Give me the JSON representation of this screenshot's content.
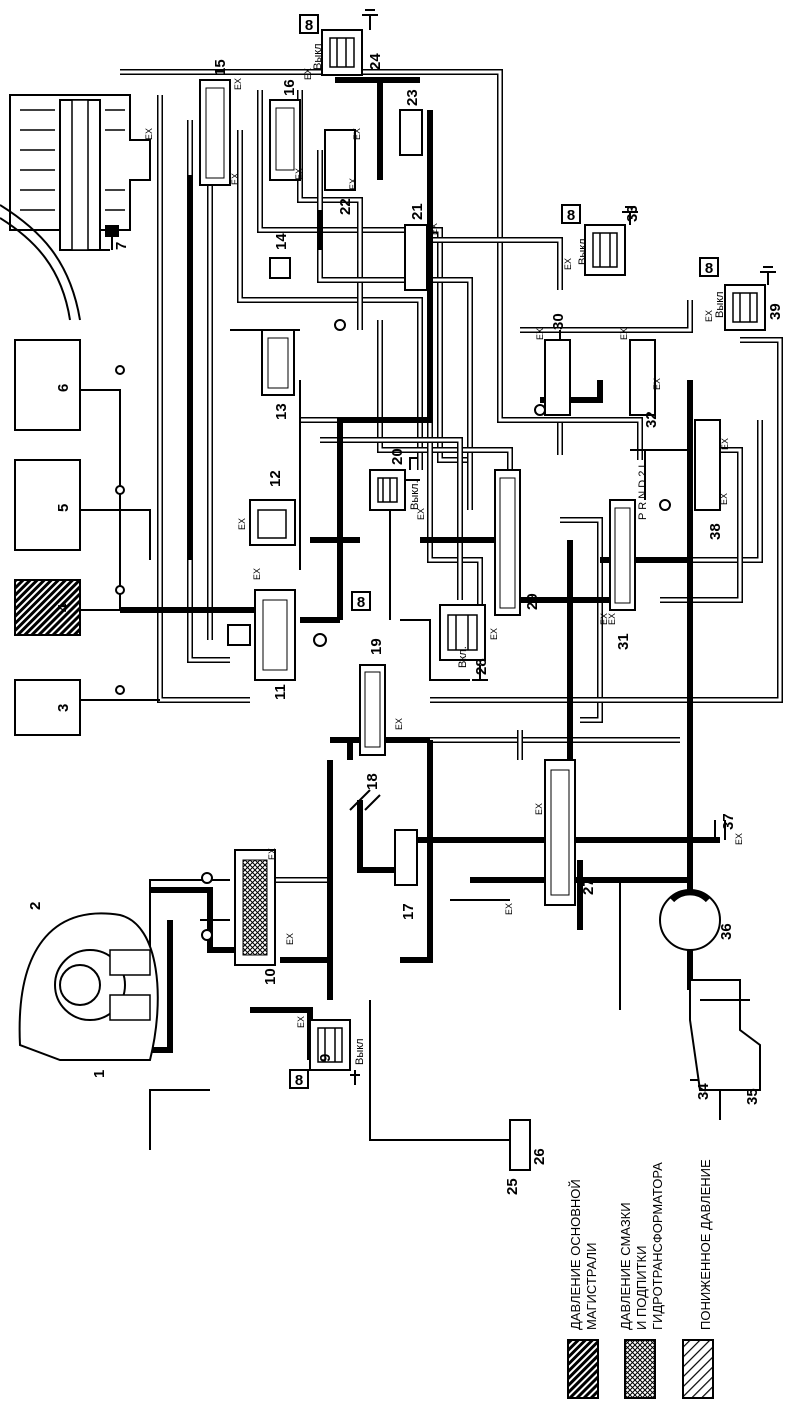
{
  "components": [
    "1",
    "2",
    "3",
    "4",
    "5",
    "6",
    "7",
    "8",
    "9",
    "10",
    "11",
    "12",
    "13",
    "14",
    "15",
    "16",
    "17",
    "18",
    "19",
    "20",
    "21",
    "22",
    "23",
    "24",
    "25",
    "26",
    "27",
    "28",
    "29",
    "30",
    "31",
    "32",
    "33",
    "34",
    "35",
    "36",
    "37",
    "38",
    "39"
  ],
  "solenoid_box_label": "8",
  "exhaust_label": "EX",
  "state_off": "Выкл",
  "state_off_dot": "Выкл.",
  "state_on": "Вкл.",
  "selector_positions": "P R N D 2 L",
  "legend": {
    "main_pressure": "ДАВЛЕНИЕ ОСНОВНОЙ МАГИСТРАЛИ",
    "lube_pressure": "ДАВЛЕНИЕ СМАЗКИ И ПОДПИТКИ ГИДРОТРАНСФОРМАТОРА",
    "reduced_pressure": "ПОНИЖЕННОЕ ДАВЛЕНИЕ"
  }
}
